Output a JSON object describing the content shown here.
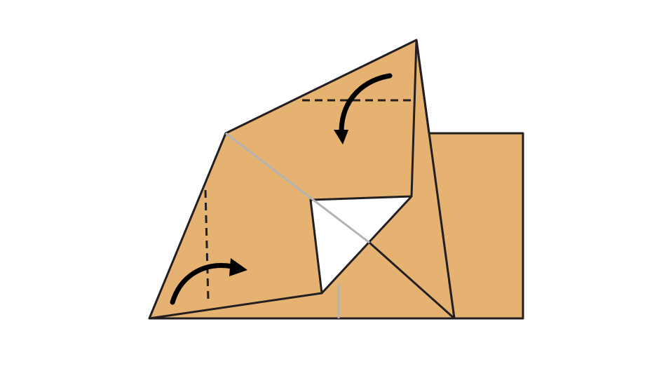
{
  "colors": {
    "paper": "#E6B271",
    "edge": "#231F20",
    "crease": "#B3B3B3",
    "inside": "#FFFFFF",
    "arrow": "#000000",
    "background": "#FFFFFF"
  },
  "elements": {
    "folds": [
      "valley-fold-upper",
      "valley-fold-left"
    ],
    "arrows": [
      "fold-arrow-upper",
      "fold-arrow-left"
    ],
    "icons": [
      "curved-arrow-icon",
      "curved-arrow-icon"
    ]
  }
}
